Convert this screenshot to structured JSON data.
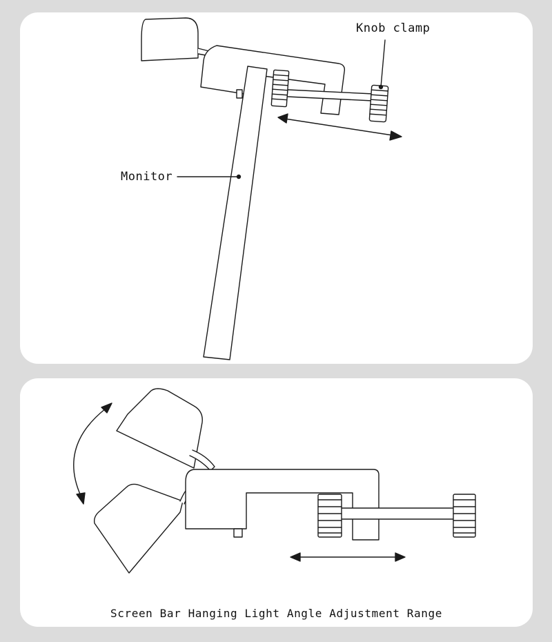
{
  "labels": {
    "knob_clamp": "Knob clamp",
    "monitor": "Monitor"
  },
  "caption": "Screen Bar Hanging Light Angle Adjustment Range",
  "colors": {
    "background": "#dcdcdc",
    "panel": "#ffffff",
    "line": "#1a1a1a"
  }
}
